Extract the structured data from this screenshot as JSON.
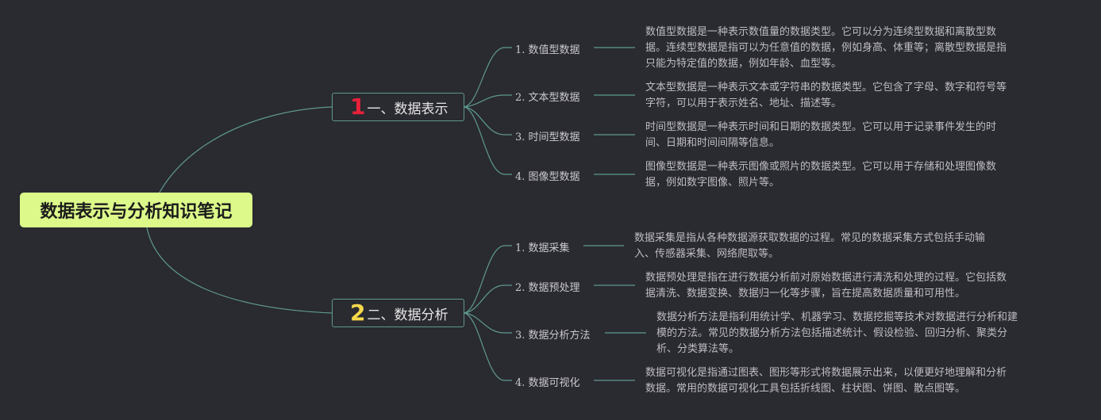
{
  "root": {
    "title": "数据表示与分析知识笔记"
  },
  "colors": {
    "background": "#2a2a31",
    "root_fill": "#dcf98a",
    "connector": "#5e9a8e",
    "badge_1": "#e8213a",
    "badge_2": "#f6d94a"
  },
  "branches": [
    {
      "number": "1",
      "label": "一、数据表示",
      "children": [
        {
          "label": "1. 数值型数据",
          "desc": "数值型数据是一种表示数值量的数据类型。它可以分为连续型数据和离散型数\n据。连续型数据是指可以为任意值的数据，例如身高、体重等；离散型数据是指\n只能为特定值的数据，例如年龄、血型等。"
        },
        {
          "label": "2. 文本型数据",
          "desc": "文本型数据是一种表示文本或字符串的数据类型。它包含了字母、数字和符号等\n字符，可以用于表示姓名、地址、描述等。"
        },
        {
          "label": "3. 时间型数据",
          "desc": "时间型数据是一种表示时间和日期的数据类型。它可以用于记录事件发生的时\n间、日期和时间间隔等信息。"
        },
        {
          "label": "4. 图像型数据",
          "desc": "图像型数据是一种表示图像或照片的数据类型。它可以用于存储和处理图像数\n据，例如数字图像、照片等。"
        }
      ]
    },
    {
      "number": "2",
      "label": "二、数据分析",
      "children": [
        {
          "label": "1. 数据采集",
          "desc": "数据采集是指从各种数据源获取数据的过程。常见的数据采集方式包括手动输\n入、传感器采集、网络爬取等。"
        },
        {
          "label": "2. 数据预处理",
          "desc": "数据预处理是指在进行数据分析前对原始数据进行清洗和处理的过程。它包括数\n据清洗、数据变换、数据归一化等步骤，旨在提高数据质量和可用性。"
        },
        {
          "label": "3. 数据分析方法",
          "desc": "数据分析方法是指利用统计学、机器学习、数据挖掘等技术对数据进行分析和建\n模的方法。常见的数据分析方法包括描述统计、假设检验、回归分析、聚类分\n析、分类算法等。"
        },
        {
          "label": "4. 数据可视化",
          "desc": "数据可视化是指通过图表、图形等形式将数据展示出来，以便更好地理解和分析\n数据。常用的数据可视化工具包括折线图、柱状图、饼图、散点图等。"
        }
      ]
    }
  ]
}
